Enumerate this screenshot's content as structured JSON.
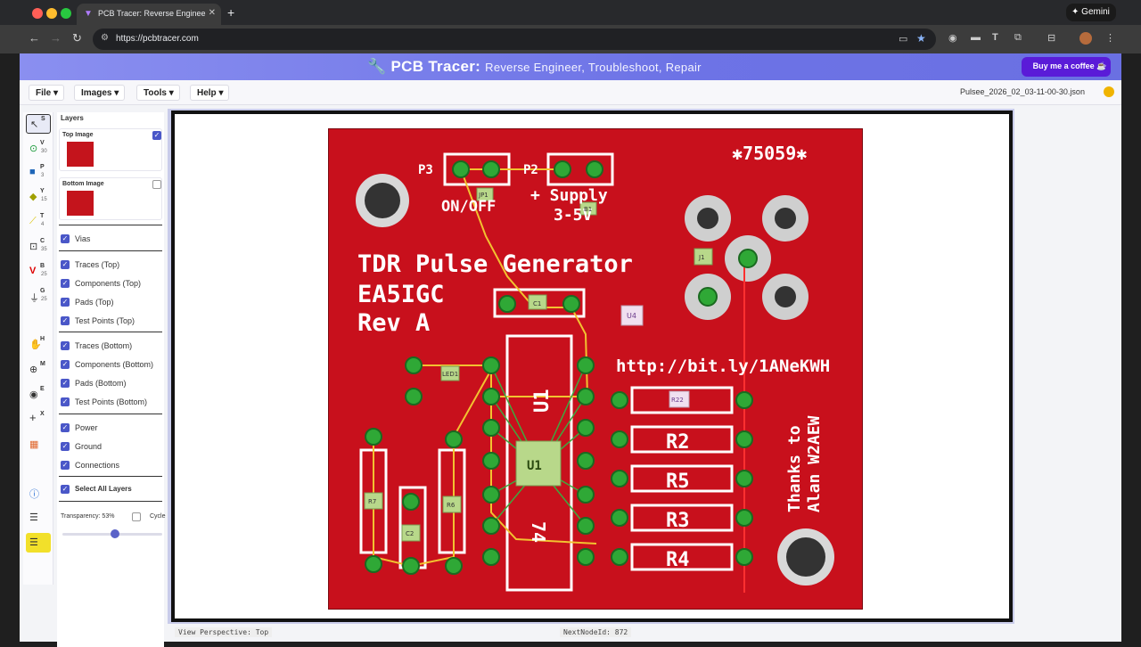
{
  "browser": {
    "tab_title": "PCB Tracer: Reverse Enginee",
    "new_tab": "+",
    "gemini": "Gemini",
    "url": "https://pcbtracer.com"
  },
  "header": {
    "title_main": "PCB Tracer:",
    "title_sub": "Reverse Engineer, Troubleshoot, Repair",
    "coffee_button": "Buy me a coffee"
  },
  "menu": {
    "items": [
      "File",
      "Images",
      "Tools",
      "Help"
    ],
    "file_name": "Pulsee_2026_02_03-11-00-30.json"
  },
  "tools": [
    {
      "key": "S",
      "count": ""
    },
    {
      "key": "V",
      "count": "30"
    },
    {
      "key": "P",
      "count": "3"
    },
    {
      "key": "Y",
      "count": "15"
    },
    {
      "key": "T",
      "count": "4"
    },
    {
      "key": "C",
      "count": "35"
    },
    {
      "key": "B",
      "count": "25"
    },
    {
      "key": "G",
      "count": "25"
    },
    {
      "key": "H",
      "count": ""
    },
    {
      "key": "M",
      "count": ""
    },
    {
      "key": "E",
      "count": ""
    },
    {
      "key": "X",
      "count": ""
    }
  ],
  "layers": {
    "title": "Layers",
    "top_image": "Top Image",
    "bottom_image": "Bottom Image",
    "items": [
      {
        "label": "Vias",
        "checked": true
      },
      {
        "label": "Traces (Top)",
        "checked": true
      },
      {
        "label": "Components (Top)",
        "checked": true
      },
      {
        "label": "Pads (Top)",
        "checked": true
      },
      {
        "label": "Test Points (Top)",
        "checked": true
      },
      {
        "label": "Traces (Bottom)",
        "checked": true
      },
      {
        "label": "Components (Bottom)",
        "checked": true
      },
      {
        "label": "Pads (Bottom)",
        "checked": true
      },
      {
        "label": "Test Points (Bottom)",
        "checked": true
      },
      {
        "label": "Power",
        "checked": true
      },
      {
        "label": "Ground",
        "checked": true
      },
      {
        "label": "Connections",
        "checked": true
      }
    ],
    "select_all": "Select All Layers",
    "transparency_label": "Transparency: 53%",
    "transparency_value": 53,
    "cycle_label": "Cycle"
  },
  "pcb": {
    "serial": "✱75059✱",
    "p3": "P3",
    "p2": "P2",
    "on_off": "ON/OFF",
    "supply": "+ Supply",
    "supply_v": "3-5V",
    "title1": "TDR Pulse Generator",
    "title2": "EA5IGC",
    "title3": "Rev A",
    "url": "http://bit.ly/1ANeKWH",
    "thanks1": "Thanks to",
    "thanks2": "Alan W2AEW",
    "u1": "U1",
    "u1b": "U1",
    "u4": "U4",
    "ic_text": "74",
    "resistors": [
      "R22",
      "R2",
      "R5",
      "R3",
      "R4"
    ],
    "small_labels": [
      "JP1",
      "B1",
      "J1",
      "C1",
      "LED1",
      "R7",
      "C2",
      "R6"
    ]
  },
  "status": {
    "perspective": "View Perspective: Top",
    "next_node": "NextNodeId: 872"
  }
}
